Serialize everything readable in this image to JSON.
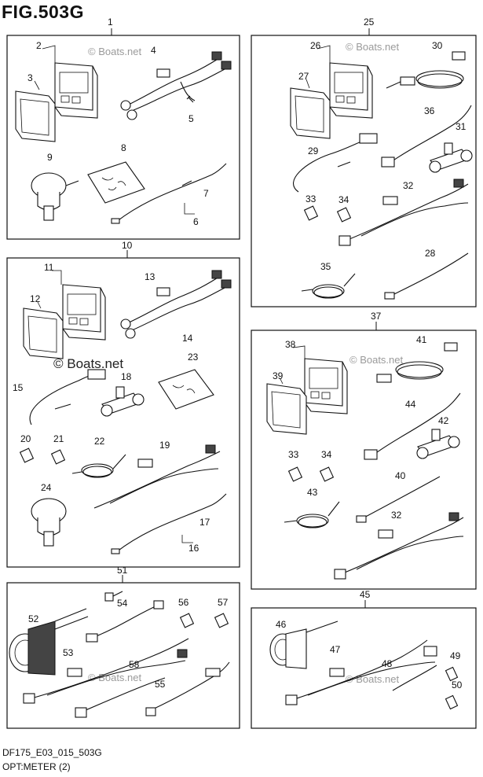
{
  "figure_title": "FIG.503G",
  "footer": {
    "code": "DF175_E03_015_503G",
    "name": "OPT:METER (2)"
  },
  "watermark": "© Boats.net",
  "groups": [
    {
      "id": "1",
      "label": "1"
    },
    {
      "id": "10",
      "label": "10"
    },
    {
      "id": "25",
      "label": "25"
    },
    {
      "id": "37",
      "label": "37"
    },
    {
      "id": "45",
      "label": "45"
    },
    {
      "id": "51",
      "label": "51"
    }
  ],
  "callouts": [
    "2",
    "3",
    "4",
    "5",
    "6",
    "7",
    "8",
    "9",
    "11",
    "12",
    "13",
    "14",
    "15",
    "16",
    "17",
    "18",
    "19",
    "20",
    "21",
    "22",
    "23",
    "24",
    "26",
    "27",
    "28",
    "29",
    "30",
    "31",
    "32",
    "33",
    "34",
    "35",
    "36",
    "38",
    "39",
    "40",
    "41",
    "42",
    "32",
    "33",
    "34",
    "43",
    "44",
    "46",
    "47",
    "48",
    "49",
    "50",
    "52",
    "53",
    "54",
    "55",
    "56",
    "57",
    "58"
  ]
}
